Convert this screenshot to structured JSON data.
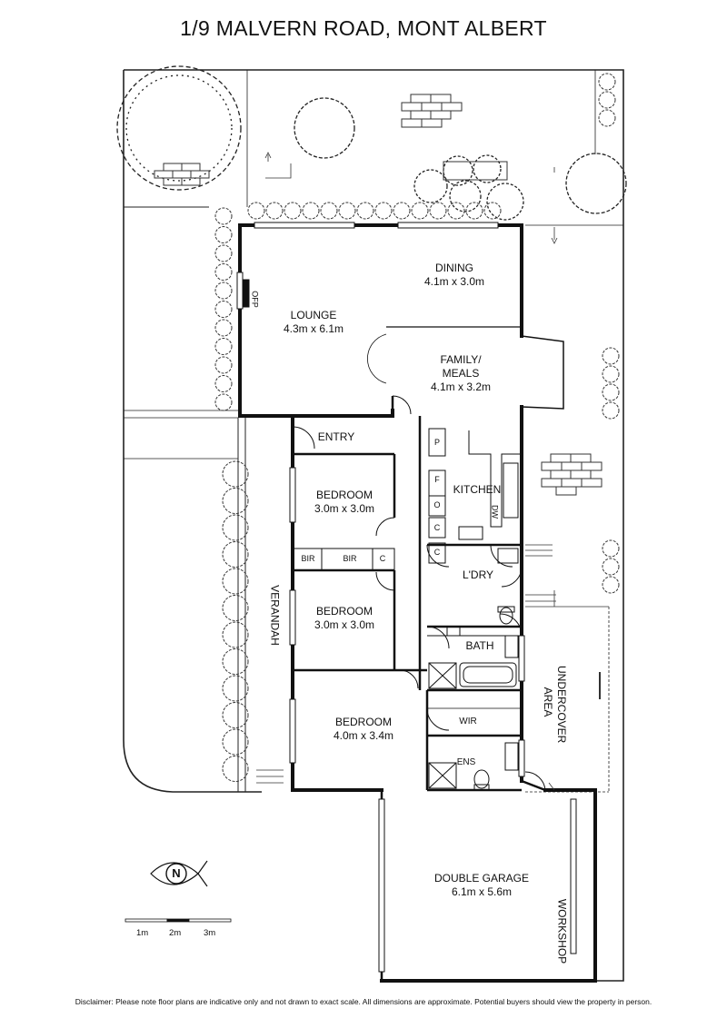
{
  "title": "1/9 MALVERN ROAD, MONT ALBERT",
  "rooms": {
    "dining": {
      "name": "DINING",
      "size": "4.1m x 3.0m"
    },
    "lounge": {
      "name": "LOUNGE",
      "size": "4.3m x 6.1m"
    },
    "family": {
      "name": "FAMILY/",
      "name2": "MEALS",
      "size": "4.1m x 3.2m"
    },
    "entry": {
      "name": "ENTRY"
    },
    "bed1": {
      "name": "BEDROOM",
      "size": "3.0m x 3.0m"
    },
    "bed2": {
      "name": "BEDROOM",
      "size": "3.0m x 3.0m"
    },
    "bed3": {
      "name": "BEDROOM",
      "size": "4.0m x 3.4m"
    },
    "kitchen": {
      "name": "KITCHEN"
    },
    "laundry": {
      "name": "L'DRY"
    },
    "bath": {
      "name": "BATH"
    },
    "wir": {
      "name": "WIR"
    },
    "ens": {
      "name": "ENS"
    },
    "garage": {
      "name": "DOUBLE GARAGE",
      "size": "6.1m x 5.6m"
    },
    "workshop": {
      "name": "WORKSHOP"
    },
    "verandah": {
      "name": "VERANDAH"
    },
    "undercover": {
      "name": "UNDERCOVER",
      "name2": "AREA"
    }
  },
  "fixtures": {
    "ofp": "OFP",
    "bir1": "BIR",
    "bir2": "BIR",
    "c_linen": "C",
    "pantry": "P",
    "fridge": "F",
    "oven": "O",
    "c1": "C",
    "c2": "C",
    "dw": "DW"
  },
  "compass": "N",
  "scale": {
    "labels": [
      "1m",
      "2m",
      "3m"
    ]
  },
  "disclaimer": "Disclaimer: Please note floor plans are indicative only and not drawn to exact scale. All dimensions are approximate. Potential buyers should view the property in person."
}
